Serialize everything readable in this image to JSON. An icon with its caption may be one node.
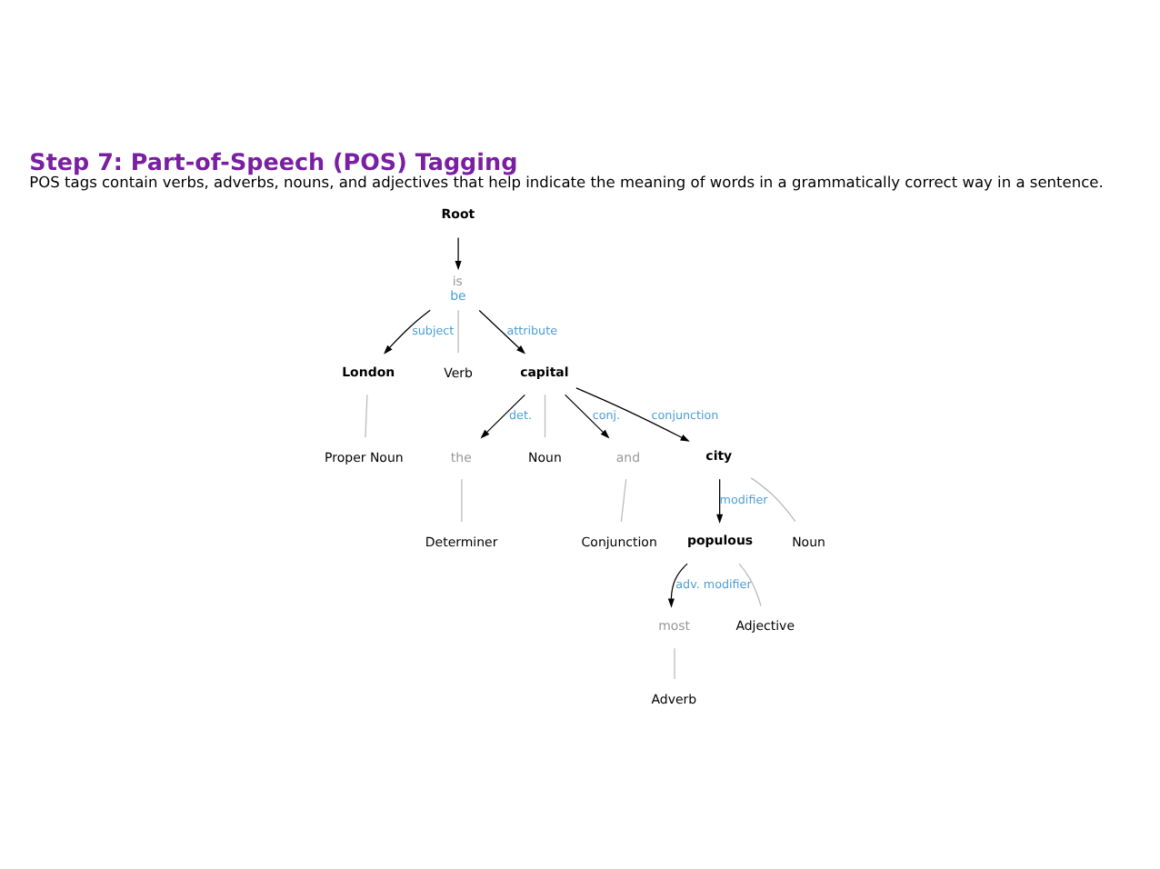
{
  "diagram": {
    "title": "Step 7: Part-of-Speech (POS) Tagging",
    "caption": "POS tags contain verbs, adverbs, nouns, and adjectives that help indicate the meaning of words in a grammatically correct way in a sentence.",
    "nodes": [
      {
        "text": [
          "Root"
        ]
      },
      {
        "text": [
          "is",
          "be"
        ]
      },
      {
        "text": [
          "London"
        ]
      },
      {
        "text": [
          "Verb"
        ]
      },
      {
        "text": [
          "Proper Noun"
        ]
      },
      {
        "text": [
          "the"
        ]
      },
      {
        "text": [
          "capital"
        ]
      },
      {
        "text": [
          "Determiner"
        ]
      },
      {
        "text": [
          "Noun"
        ]
      },
      {
        "text": [
          "and"
        ]
      },
      {
        "text": [
          "Conjunction"
        ]
      },
      {
        "text": [
          "most"
        ]
      },
      {
        "text": [
          "populous"
        ]
      },
      {
        "text": [
          "city"
        ]
      },
      {
        "text": [
          "Adverb"
        ]
      },
      {
        "text": [
          "Adjective"
        ]
      },
      {
        "text": [
          "Noun"
        ]
      }
    ],
    "edges": [
      {
        "from": 0,
        "to": 1,
        "arrow": "to"
      },
      {
        "from": 1,
        "to": 2,
        "arrow": "to",
        "label": "subject"
      },
      {
        "from": 1,
        "to": 6,
        "arrow": "to",
        "label": "attribute"
      },
      {
        "from": 6,
        "to": 5,
        "arrow": "to",
        "label": "det."
      },
      {
        "from": 6,
        "to": 9,
        "arrow": "to",
        "label": "conj."
      },
      {
        "from": 6,
        "to": 13,
        "arrow": "to",
        "label": "conjunction"
      },
      {
        "from": 13,
        "to": 12,
        "arrow": "to",
        "label": "modifier"
      },
      {
        "from": 12,
        "to": 11,
        "arrow": "to",
        "label": "adv. modifier"
      },
      {
        "from": 1,
        "to": 3,
        "arrow": "none",
        "color": "#bbbbbb"
      },
      {
        "from": 2,
        "to": 4,
        "arrow": "none",
        "color": "#bbbbbb"
      },
      {
        "from": 5,
        "to": 7,
        "arrow": "none",
        "color": "#bbbbbb"
      },
      {
        "from": 6,
        "to": 8,
        "arrow": "none",
        "color": "#bbbbbb"
      },
      {
        "from": 9,
        "to": 10,
        "arrow": "none",
        "color": "#bbbbbb"
      },
      {
        "from": 11,
        "to": 14,
        "arrow": "none",
        "color": "#bbbbbb"
      },
      {
        "from": 12,
        "to": 15,
        "arrow": "none",
        "color": "#bbbbbb"
      },
      {
        "from": 13,
        "to": 16,
        "arrow": "none",
        "color": "#bbbbbb"
      }
    ]
  }
}
